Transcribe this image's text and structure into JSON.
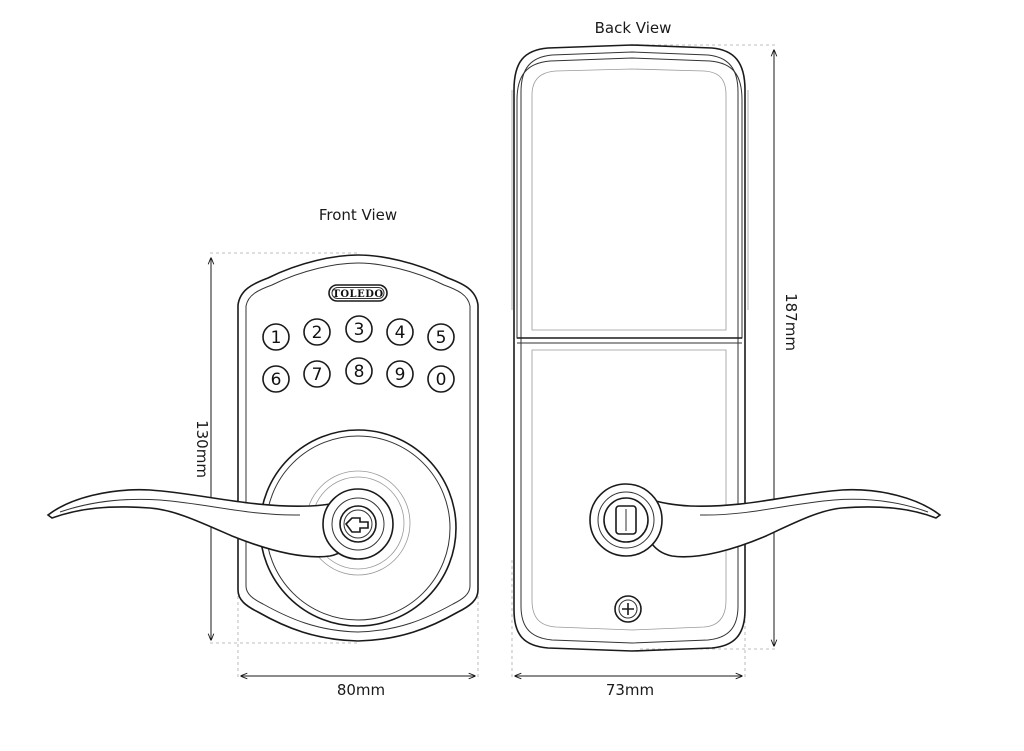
{
  "views": {
    "front": {
      "title": "Front View"
    },
    "back": {
      "title": "Back View"
    }
  },
  "brand": {
    "logo_text": "TOLEDO"
  },
  "keypad": {
    "keys": [
      "1",
      "2",
      "3",
      "4",
      "5",
      "6",
      "7",
      "8",
      "9",
      "0"
    ]
  },
  "dimensions": {
    "front_height": "130mm",
    "front_width": "80mm",
    "back_height": "187mm",
    "back_width": "73mm"
  }
}
